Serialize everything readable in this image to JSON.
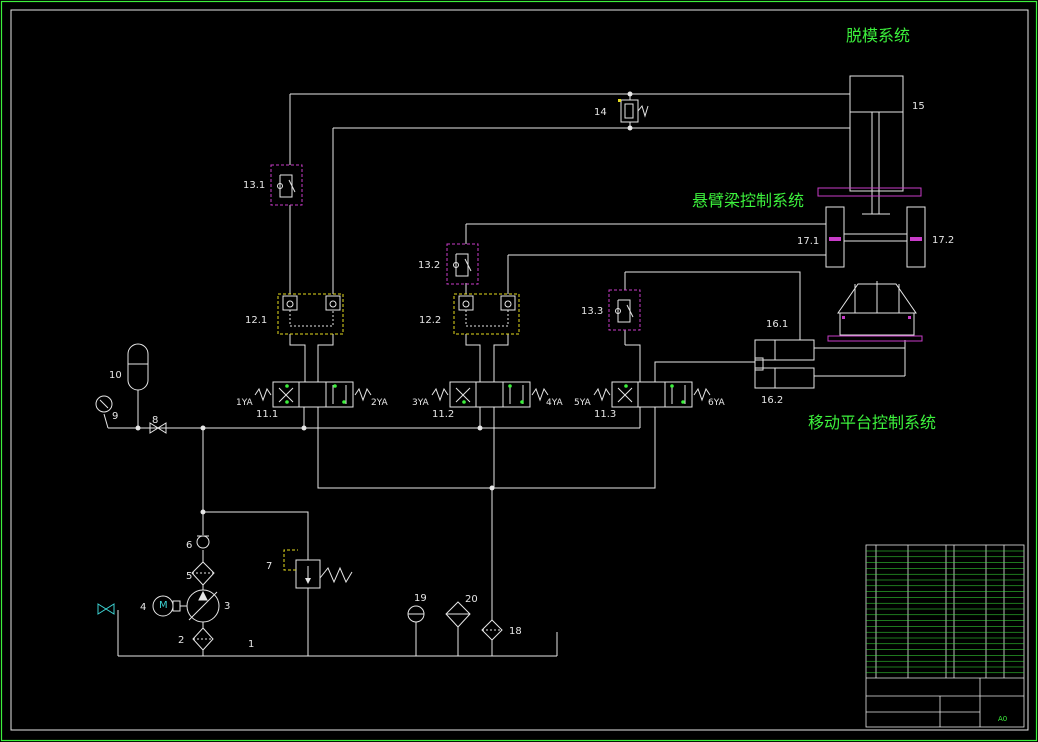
{
  "systems": {
    "demolding": "脱模系统",
    "cantilever": "悬臂梁控制系统",
    "platform": "移动平台控制系统"
  },
  "components": {
    "c1": "1",
    "c2": "2",
    "c3": "3",
    "c4": "4",
    "c5": "5",
    "c6": "6",
    "c7": "7",
    "c8": "8",
    "c9": "9",
    "c10": "10",
    "c14": "14",
    "c15": "15",
    "c18": "18",
    "c19": "19",
    "c20": "20",
    "v11_1": "11.1",
    "v11_2": "11.2",
    "v11_3": "11.3",
    "v12_1": "12.1",
    "v12_2": "12.2",
    "t13_1": "13.1",
    "t13_2": "13.2",
    "t13_3": "13.3",
    "cyl16_1": "16.1",
    "cyl16_2": "16.2",
    "cyl17_1": "17.1",
    "cyl17_2": "17.2"
  },
  "solenoids": {
    "s1": "1YA",
    "s2": "2YA",
    "s3": "3YA",
    "s4": "4YA",
    "s5": "5YA",
    "s6": "6YA"
  },
  "motor_symbol": "M",
  "title_block": {
    "sheet_size": "A0"
  },
  "colors": {
    "line": "#e6e6e6",
    "accent_green": "#3cf03c",
    "magenta": "#c83cc8",
    "yellow": "#e6dc1e",
    "frame": "#3cf03c",
    "cyan": "#3cd2d2"
  }
}
